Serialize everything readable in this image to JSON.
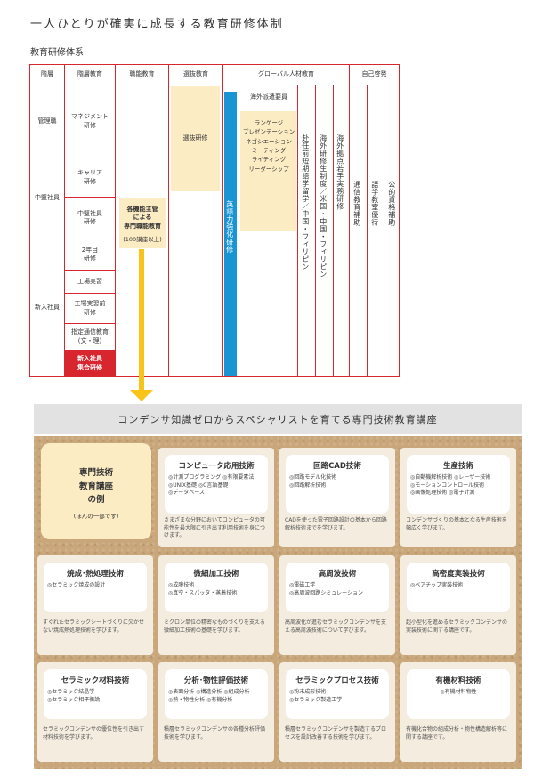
{
  "page_title": "一人ひとりが確実に成長する教育研修体制",
  "section_title": "教育研修体系",
  "table": {
    "headers": [
      "階層",
      "階層教育",
      "職能教育",
      "選抜教育",
      "グローバル人材教育",
      "自己啓発"
    ],
    "levels": [
      "管理職",
      "中堅社員",
      "新入社員"
    ],
    "level_training": [
      "マネジメント\n研修",
      "キャリア\n研修",
      "中堅社員\n研修",
      "2年目\n研修",
      "工場実習",
      "工場実習前\n研修",
      "指定通信教育\n(文・理)",
      "新入社員\n集合研修"
    ],
    "functional": "各機能主管\nによる\n専門職能教育",
    "functional_note": "(100講座以上)",
    "selection": "選抜研修",
    "english": "英語力強化研修",
    "overseas_dispatch": "海外派遣要員",
    "overseas_skills": "ランゲージ\nプレゼンテーション\nネゴシエーション\nミーティング\nライティング\nリーダーシップ",
    "global_columns": [
      "赴任前短期語学留学／中国・フィリピン",
      "海外研修生制度／米国・中国・フィリピン",
      "海外拠点若手実務研修"
    ],
    "self_dev_columns": [
      "通信教育補助",
      "語学教室優待",
      "公的資格補助"
    ]
  },
  "banner": "コンデンサ知識ゼロからスペシャリストを育てる専門技術教育講座",
  "intro": {
    "title": "専門技術\n教育講座\nの例",
    "note": "(ほんの一部です)"
  },
  "courses": [
    {
      "title": "コンピュータ応用技術",
      "items": [
        "◎計測プログラミング ◎有限要素法",
        "◎UNIX基礎 ◎C言語基礎",
        "◎データベース"
      ],
      "desc": "さまざまな分野においてコンピュータの可能性を最大限に引き出す利用技術を身につけます。"
    },
    {
      "title": "回路CAD技術",
      "items": [
        "◎回路モデル化技術",
        "◎回路解析技術"
      ],
      "desc": "CADを使った電子回路設計の基本から回路解析技術までを学びます。"
    },
    {
      "title": "生産技術",
      "items": [
        "◎自動機解析技術 ◎レーザー技術",
        "◎モーションコントロール技術",
        "◎画像処理技術 ◎電子計測"
      ],
      "desc": "コンデンサづくりの基本となる生産技術を幅広く学びます。"
    },
    {
      "title": "焼成･熱処理技術",
      "items": [
        "◎セラミック焼成の設計"
      ],
      "desc": "すぐれたセラミックシートづくりに欠かせない焼成熱処理技術を学びます。"
    },
    {
      "title": "微細加工技術",
      "items": [
        "◎成膜技術",
        "◎真空・スパッタ・蒸着技術"
      ],
      "desc": "ミクロン単位の精密なものづくりを支える微細加工技術の基礎を学びます。"
    },
    {
      "title": "高周波技術",
      "items": [
        "◎電磁工学",
        "◎高周波回路シミュレーション"
      ],
      "desc": "高周波化が進むセラミックコンデンサを支える高周波技術について学びます。"
    },
    {
      "title": "高密度実装技術",
      "items": [
        "◎ベアチップ実装技術"
      ],
      "desc": "超小型化を進めるセラミックコンデンサの実装技術に関する講座です。"
    },
    {
      "title": "セラミック材料技術",
      "items": [
        "◎セラミック結晶学",
        "◎セラミック相平衡論"
      ],
      "desc": "セラミックコンデンサの優位性を引き出す材料技術を学びます。"
    },
    {
      "title": "分析･物性評価技術",
      "items": [
        "◎表面分析 ◎構造分析 ◎組成分析",
        "◎熱・物性分析 ◎有機分析"
      ],
      "desc": "積層セラミックコンデンサの各種分析評価技術を学びます。"
    },
    {
      "title": "セラミックプロセス技術",
      "items": [
        "◎粉末成形技術",
        "◎セラミック製造工学"
      ],
      "desc": "積層セラミックコンデンサを製造するプロセスを設計改善する技術を学びます。"
    },
    {
      "title": "有機材料技術",
      "items": [
        "◎有機材料物性"
      ],
      "desc": "有機化合物の組成分析・物性構造解析等に関する講座です。"
    }
  ]
}
